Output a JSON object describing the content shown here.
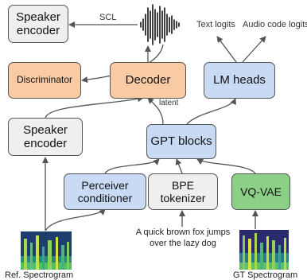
{
  "boxes": {
    "speaker_encoder_top": "Speaker encoder",
    "discriminator": "Discriminator",
    "decoder": "Decoder",
    "lm_heads": "LM heads",
    "speaker_encoder_mid": "Speaker encoder",
    "gpt_blocks": "GPT blocks",
    "perceiver_conditioner": "Perceiver conditioner",
    "bpe_tokenizer": "BPE tokenizer",
    "vq_vae": "VQ-VAE"
  },
  "labels": {
    "scl": "SCL",
    "latent": "latent",
    "text_logits": "Text logits",
    "audio_code_logits": "Audio code logits",
    "input_text": "A quick brown fox jumps over the lazy dog",
    "ref_spectrogram": "Ref. Spectrogram",
    "gt_spectrogram": "GT Spectrogram"
  },
  "colors": {
    "gray_box": "#efefef",
    "orange_box": "#f9cba4",
    "blue_box": "#c9daf5",
    "green_box": "#8ccf86"
  }
}
